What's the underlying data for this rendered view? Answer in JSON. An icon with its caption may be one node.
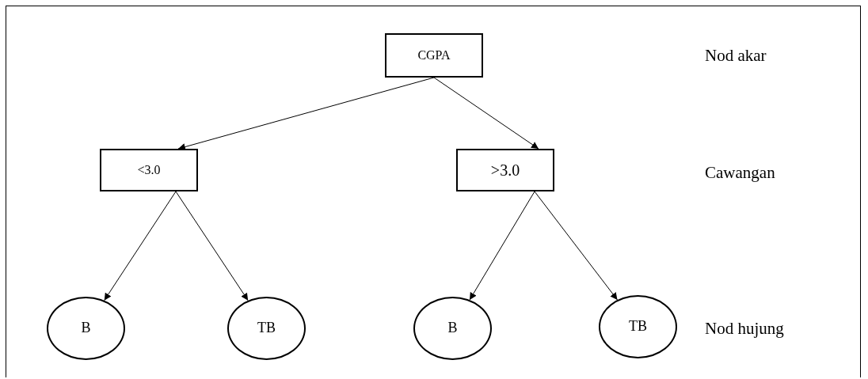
{
  "diagram": {
    "nodes": [
      {
        "text": [
          "CGPA"
        ]
      },
      {
        "text": [
          "<3.0"
        ]
      },
      {
        "text": [
          ">3.0"
        ]
      },
      {
        "text": [
          "B"
        ]
      },
      {
        "text": [
          "TB"
        ]
      },
      {
        "text": [
          "B"
        ]
      },
      {
        "text": [
          "TB"
        ]
      }
    ],
    "edges": [
      {
        "from": 0,
        "to": 1,
        "arrow": "to"
      },
      {
        "from": 0,
        "to": 2,
        "arrow": "to"
      },
      {
        "from": 1,
        "to": 3,
        "arrow": "to"
      },
      {
        "from": 1,
        "to": 4,
        "arrow": "to"
      },
      {
        "from": 2,
        "to": 5,
        "arrow": "to"
      },
      {
        "from": 2,
        "to": 6,
        "arrow": "to"
      }
    ],
    "labels": [
      "Nod akar",
      "Cawangan",
      "Nod hujung"
    ]
  }
}
